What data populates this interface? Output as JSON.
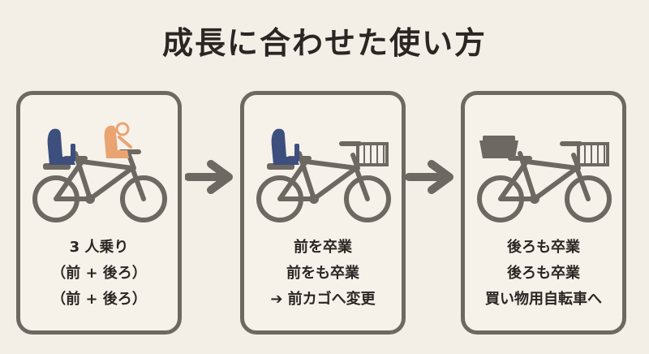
{
  "title": "成長に合わせた使い方",
  "colors": {
    "background": "#f4efe6",
    "frame": "#6e6862",
    "seat_blue": "#3c4f7d",
    "seat_orange": "#e9a472",
    "text": "#2a2623"
  },
  "panels": [
    {
      "lines": [
        "3 人乗り",
        "（前 + 後ろ）",
        "（前 + 後ろ）"
      ],
      "icons": [
        "bicycle-icon",
        "child-seat-front-icon",
        "child-seat-rear-icon"
      ]
    },
    {
      "lines": [
        "前を卒業",
        "前をも卒業",
        "➔ 前カゴへ変更"
      ],
      "icons": [
        "bicycle-icon",
        "child-seat-rear-icon",
        "front-basket-icon"
      ]
    },
    {
      "lines": [
        "後ろも卒業",
        "後ろも卒業",
        "買い物用自転車へ"
      ],
      "icons": [
        "bicycle-icon",
        "rear-basket-icon",
        "front-basket-icon"
      ]
    }
  ],
  "arrows": [
    "arrow-right-icon",
    "arrow-right-icon"
  ]
}
